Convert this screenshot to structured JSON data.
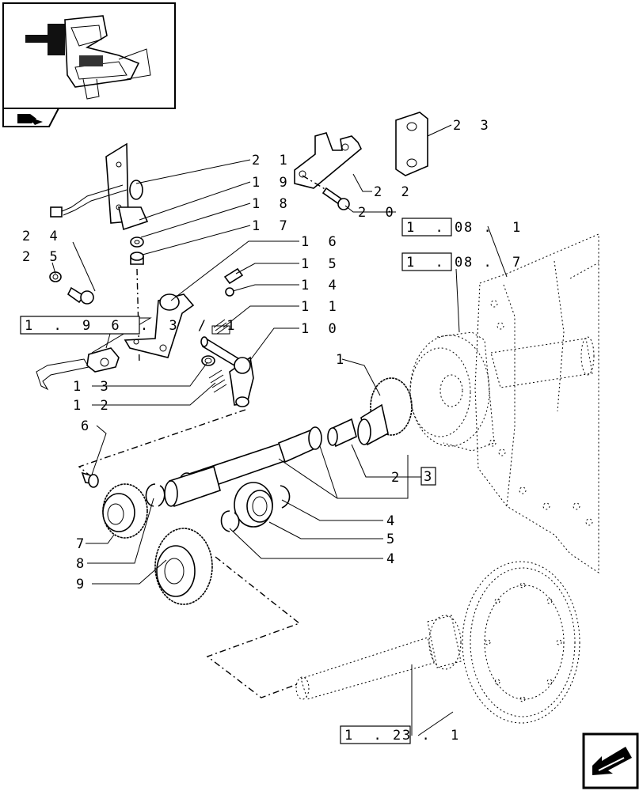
{
  "callouts": {
    "c21": "2 1",
    "c19": "1 9",
    "c18": "1 8",
    "c17": "1 7",
    "c16": "1 6",
    "c15": "1 5",
    "c14": "1 4",
    "c11": "1 1",
    "c10": "1 0",
    "c24": "2 4",
    "c25": "2 5",
    "c13": "1 3",
    "c12": "1 2",
    "c23": "2 3",
    "c22": "2 2",
    "c20": "2 0",
    "c1": "1",
    "c2": "2",
    "c4a": "4",
    "c5": "5",
    "c4b": "4",
    "c6": "6",
    "c7": "7",
    "c8": "8",
    "c9": "9"
  },
  "refs": {
    "r1": {
      "box": "1 . 8",
      "tail": "0 . 1"
    },
    "r2": {
      "box": "1 . 8",
      "tail": "0 . 7"
    },
    "r3": {
      "box": "1 . 9 6 . 3 / 1",
      "tail": ""
    },
    "r4": {
      "box": "3",
      "tail": ""
    },
    "r5": {
      "box": "1 . 3",
      "tail": "2 . 1"
    }
  },
  "icons": {
    "thumbnail": "tractor-assembly-thumbnail",
    "group": "arrow-group-icon",
    "navigation": "previous-page-arrow-icon"
  }
}
